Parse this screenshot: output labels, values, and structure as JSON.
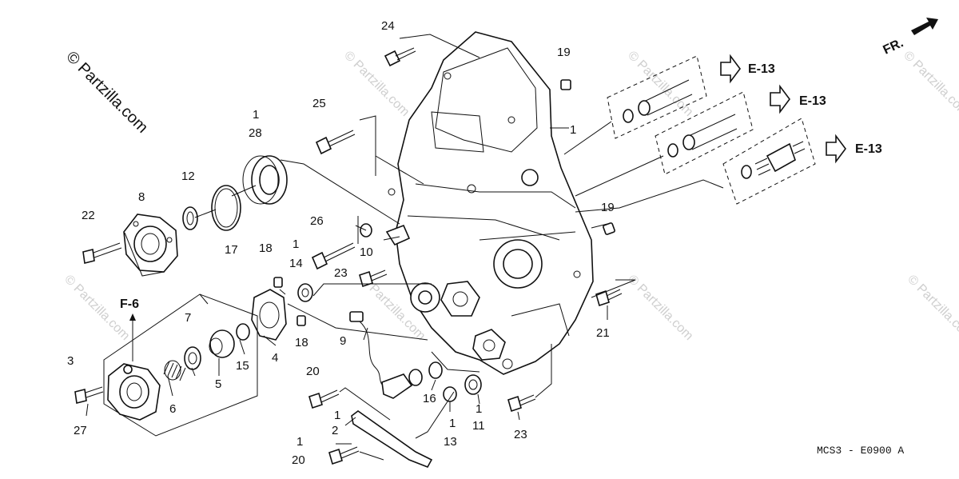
{
  "watermark": {
    "main": "© Partzilla.com",
    "faint": "© Partzilla.com"
  },
  "direction_label": "FR.",
  "diagram_code": "MCS3 - E0900 A",
  "references": {
    "e13": "E-13",
    "f6": "F-6"
  },
  "callouts": {
    "c1": "1",
    "c2": "2",
    "c3": "3",
    "c4": "4",
    "c5": "5",
    "c6": "6",
    "c7": "7",
    "c8": "8",
    "c9": "9",
    "c10": "10",
    "c11": "11",
    "c12": "12",
    "c13": "13",
    "c14": "14",
    "c15": "15",
    "c16": "16",
    "c17": "17",
    "c18": "18",
    "c19": "19",
    "c20": "20",
    "c21": "21",
    "c22": "22",
    "c23": "23",
    "c24": "24",
    "c25": "25",
    "c26": "26",
    "c27": "27",
    "c28": "28"
  }
}
